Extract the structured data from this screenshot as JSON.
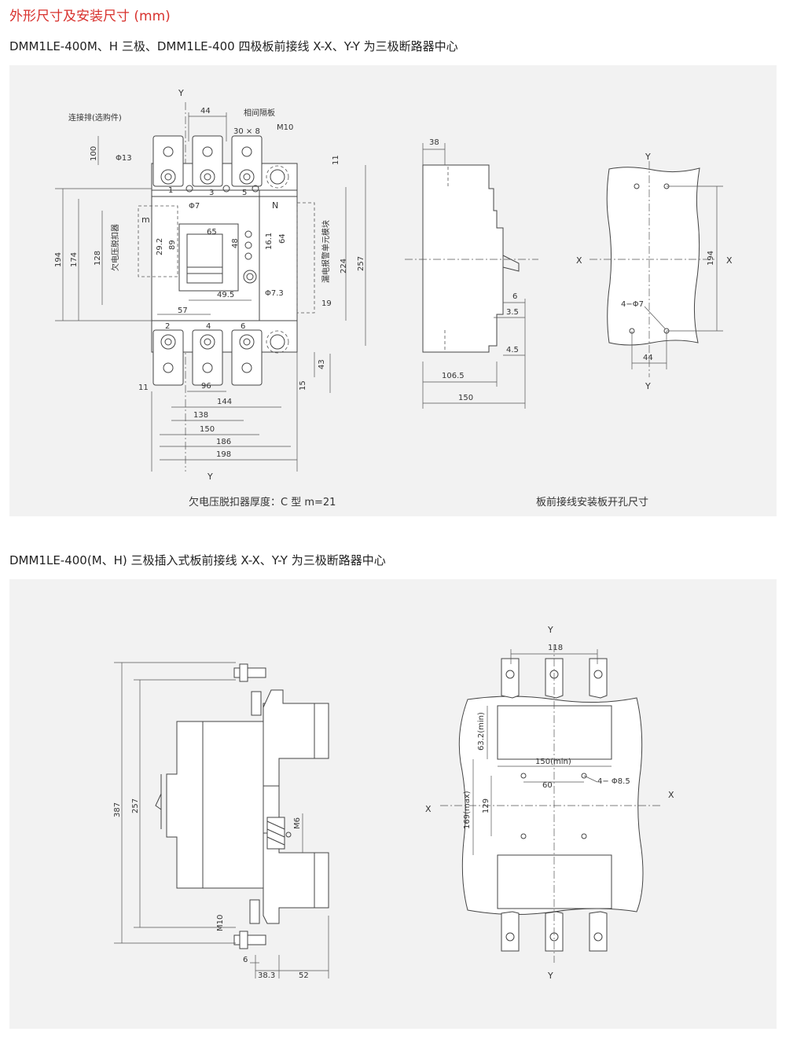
{
  "heading": "外形尺寸及安装尺寸 (mm)",
  "section1": {
    "subtitle": "DMM1LE-400M、H 三极、DMM1LE-400 四极板前接线   X-X、Y-Y 为三极断路器中心",
    "caption_left": "欠电压脱扣器厚度：C 型 m=21",
    "caption_right": "板前接线安装板开孔尺寸",
    "front_view": {
      "labels": {
        "y_top": "Y",
        "y_bottom": "Y",
        "busbar": "连接排(选购件)",
        "phase_barrier": "相间隔板",
        "bar_size": "30 × 8",
        "bolt": "M10",
        "phi13": "Φ13",
        "phi7": "Φ7",
        "phi73": "Φ7.3",
        "n": "N",
        "m": "m",
        "uv_release": "欠电压脱扣器",
        "leak_module": "漏电报警单元模块",
        "t1": "1",
        "t3": "3",
        "t5": "5",
        "t2": "2",
        "t4": "4",
        "t6": "6"
      },
      "dims": {
        "d44": "44",
        "d100": "100",
        "d11a": "11",
        "d194": "194",
        "d174": "174",
        "d128": "128",
        "d292": "29.2",
        "d89": "89",
        "d65": "65",
        "d48": "48",
        "d161": "16.1",
        "d64": "64",
        "d224": "224",
        "d257": "257",
        "d495": "49.5",
        "d57": "57",
        "d19": "19",
        "d43": "43",
        "d15": "15",
        "d11b": "11",
        "d96": "96",
        "d144": "144",
        "d138": "138",
        "d150": "150",
        "d186": "186",
        "d198": "198"
      }
    },
    "side_view": {
      "dims": {
        "d38": "38",
        "d6": "6",
        "d35": "3.5",
        "d45": "4.5",
        "d1065": "106.5",
        "d150": "150"
      }
    },
    "cutout1": {
      "labels": {
        "y_top": "Y",
        "y_bottom": "Y",
        "x_left": "X",
        "x_right": "X",
        "holes": "4−Φ7"
      },
      "dims": {
        "d194": "194",
        "d44": "44"
      }
    }
  },
  "section2": {
    "subtitle": "DMM1LE-400(M、H) 三极插入式板前接线     X-X、Y-Y 为三极断路器中心",
    "side_view": {
      "dims": {
        "d387": "387",
        "d257": "257",
        "m6": "M6",
        "m10": "M10",
        "d6": "6",
        "d383": "38.3",
        "d52": "52"
      }
    },
    "cutout2": {
      "labels": {
        "y_top": "Y",
        "y_bottom": "Y",
        "x_left": "X",
        "x_right": "X",
        "holes": "4− Φ8.5"
      },
      "dims": {
        "d118": "118",
        "d632": "63.2(min)",
        "d150": "150(min)",
        "d60": "60",
        "d129": "129",
        "d169": "169(max)"
      }
    }
  },
  "colors": {
    "accent": "#d8322e",
    "panel": "#f2f2f2",
    "line": "#444444"
  }
}
